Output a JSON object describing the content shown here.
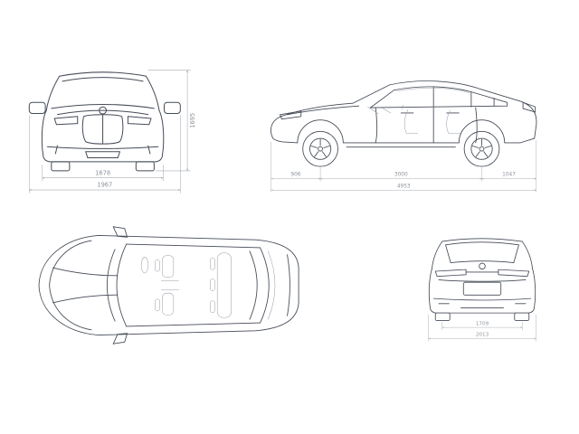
{
  "colors": {
    "car_line": "#454b57",
    "light_line": "#9aa0a8",
    "dim_line": "#a6adb5",
    "dim_text": "#8d939d",
    "background": "#ffffff"
  },
  "dimensions": {
    "front": {
      "body_width": "1678",
      "overall_width": "1967",
      "height": "1695"
    },
    "side": {
      "front_overhang": "906",
      "wheelbase": "3000",
      "rear_overhang": "1047",
      "overall_length": "4953"
    },
    "rear": {
      "track_width": "1709",
      "overall_width": "2013"
    }
  }
}
